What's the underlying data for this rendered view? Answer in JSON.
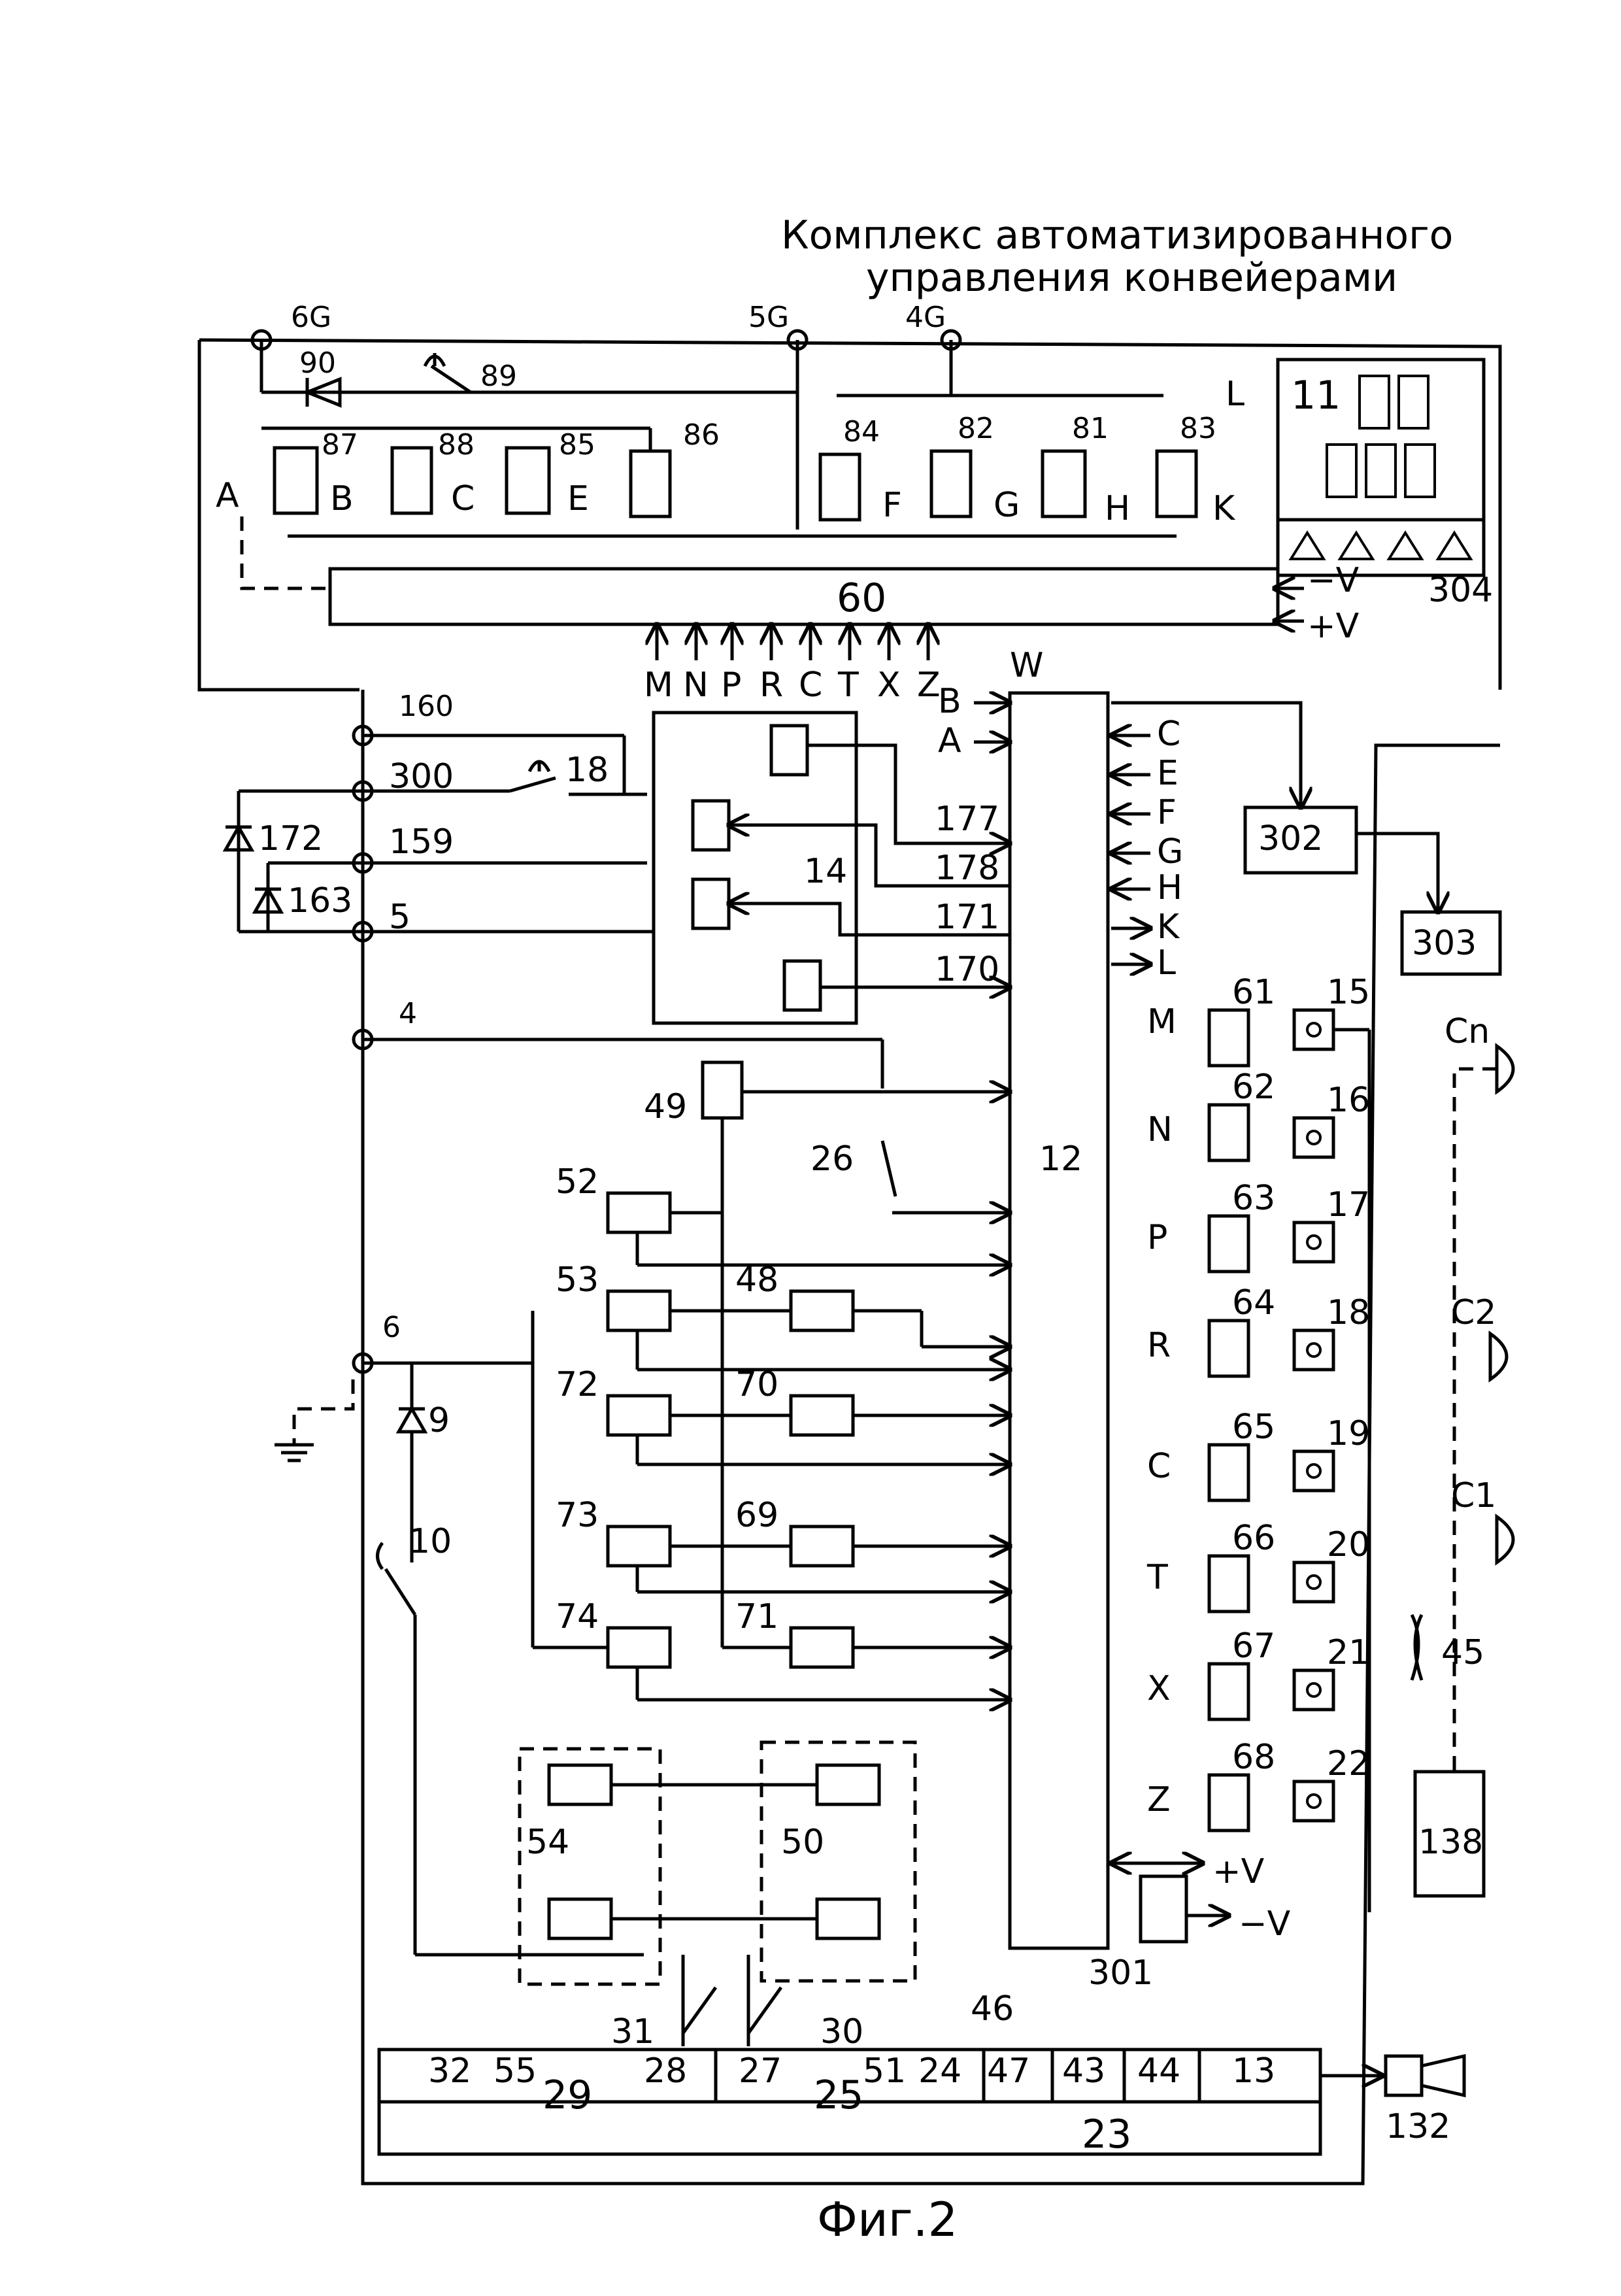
{
  "title": {
    "line1": "Комплекс автоматизированного",
    "line2": "управления конвейерами"
  },
  "caption": "Фиг.2",
  "terminals": {
    "t6G": "6G",
    "t5G": "5G",
    "t4G": "4G",
    "t160": "160",
    "t300": "300",
    "t159": "159",
    "t5": "5",
    "t4": "4",
    "t6": "6"
  },
  "components": {
    "c90": "90",
    "c89": "89",
    "c87": "87",
    "c88": "88",
    "c85": "85",
    "c86": "86",
    "c84": "84",
    "c82": "82",
    "c81": "81",
    "c83": "83",
    "c11": "11",
    "c60": "60",
    "c304": "304",
    "c12": "12",
    "c14": "14",
    "c18": "18",
    "c172": "172",
    "c163": "163",
    "c302": "302",
    "c303": "303",
    "c177": "177",
    "c178": "178",
    "c171": "171",
    "c170": "170",
    "c49": "49",
    "c26": "26",
    "c52": "52",
    "c53": "53",
    "c48": "48",
    "c72": "72",
    "c70": "70",
    "c73": "73",
    "c69": "69",
    "c74": "74",
    "c71": "71",
    "c54": "54",
    "c50": "50",
    "c9": "9",
    "c10": "10",
    "c31": "31",
    "c30": "30",
    "c301": "301",
    "c46": "46",
    "c45": "45",
    "c138": "138",
    "c132": "132",
    "c23": "23",
    "c29": "29",
    "c25": "25",
    "c61": "61",
    "c62": "62",
    "c63": "63",
    "c64": "64",
    "c65": "65",
    "c66": "66",
    "c67": "67",
    "c68": "68",
    "c15": "15",
    "c16": "16",
    "c17": "17",
    "c18b": "18",
    "c19": "19",
    "c20": "20",
    "c21": "21",
    "c22": "22",
    "cCn": "Cn",
    "cC2": "C2",
    "cC1": "C1"
  },
  "signals_top": [
    "M",
    "N",
    "P",
    "R",
    "C",
    "T",
    "X",
    "Z"
  ],
  "signals_left_in": [
    "B",
    "A"
  ],
  "signals_right_in": [
    "C",
    "E",
    "F",
    "G",
    "H",
    "K",
    "L"
  ],
  "signals_relay": [
    "M",
    "N",
    "P",
    "R",
    "C",
    "T",
    "X",
    "Z"
  ],
  "arrows_top": [
    "A",
    "B",
    "C",
    "E",
    "F",
    "G",
    "H",
    "K",
    "L",
    "W"
  ],
  "supply": {
    "minus": "−V",
    "plus": "+V",
    "plus2": "+V",
    "minus2": "−V"
  },
  "bus_labels": [
    "32",
    "55",
    "28",
    "27",
    "51",
    "24",
    "47",
    "43",
    "44",
    "13"
  ]
}
